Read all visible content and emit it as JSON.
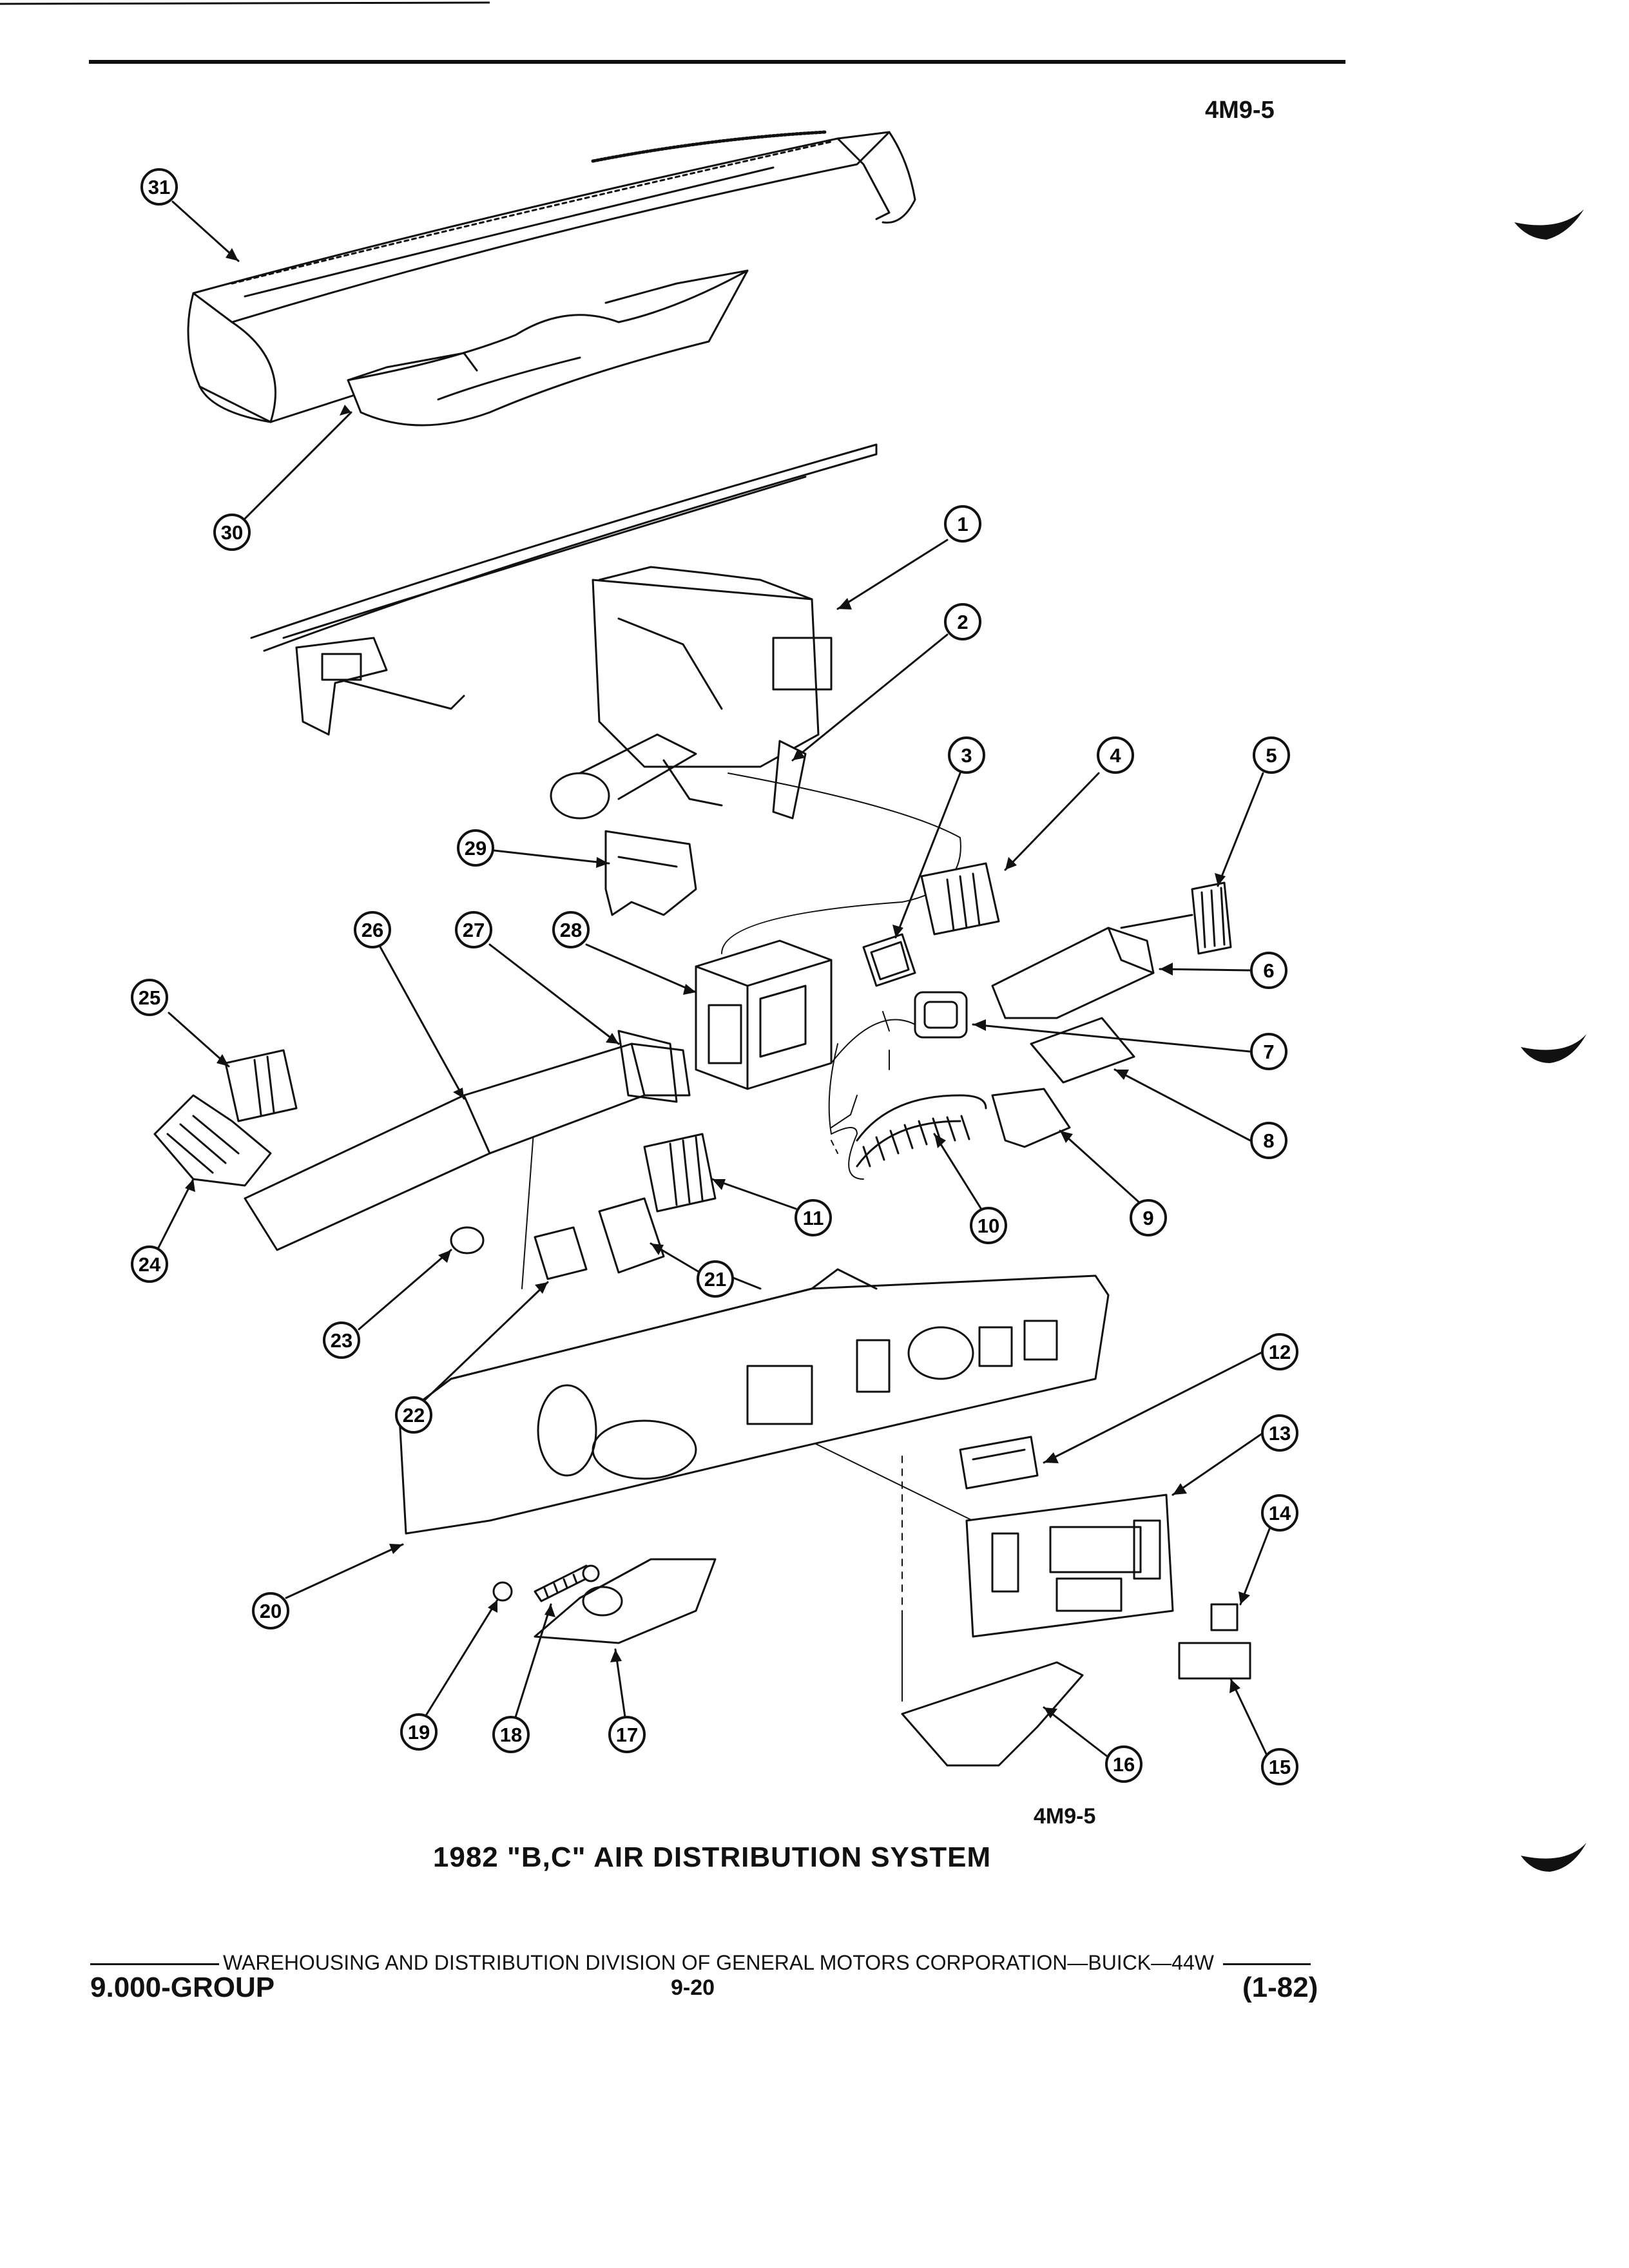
{
  "figure_code_top": "4M9-5",
  "figure_code_bottom": "4M9-5",
  "caption": "1982 \"B,C\" AIR DISTRIBUTION SYSTEM",
  "footer": {
    "publisher_line": "WAREHOUSING AND DISTRIBUTION  DIVISION OF GENERAL MOTORS CORPORATION—BUICK—44W",
    "group": "9.000-GROUP",
    "page": "9-20",
    "date": "(1-82)"
  },
  "callouts": [
    "1",
    "2",
    "3",
    "4",
    "5",
    "6",
    "7",
    "8",
    "9",
    "10",
    "11",
    "12",
    "13",
    "14",
    "15",
    "16",
    "17",
    "18",
    "19",
    "20",
    "21",
    "22",
    "23",
    "24",
    "25",
    "26",
    "27",
    "28",
    "29",
    "30",
    "31"
  ],
  "colors": {
    "ink": "#111111",
    "paper": "#ffffff",
    "shade": "#d9d9d9"
  }
}
